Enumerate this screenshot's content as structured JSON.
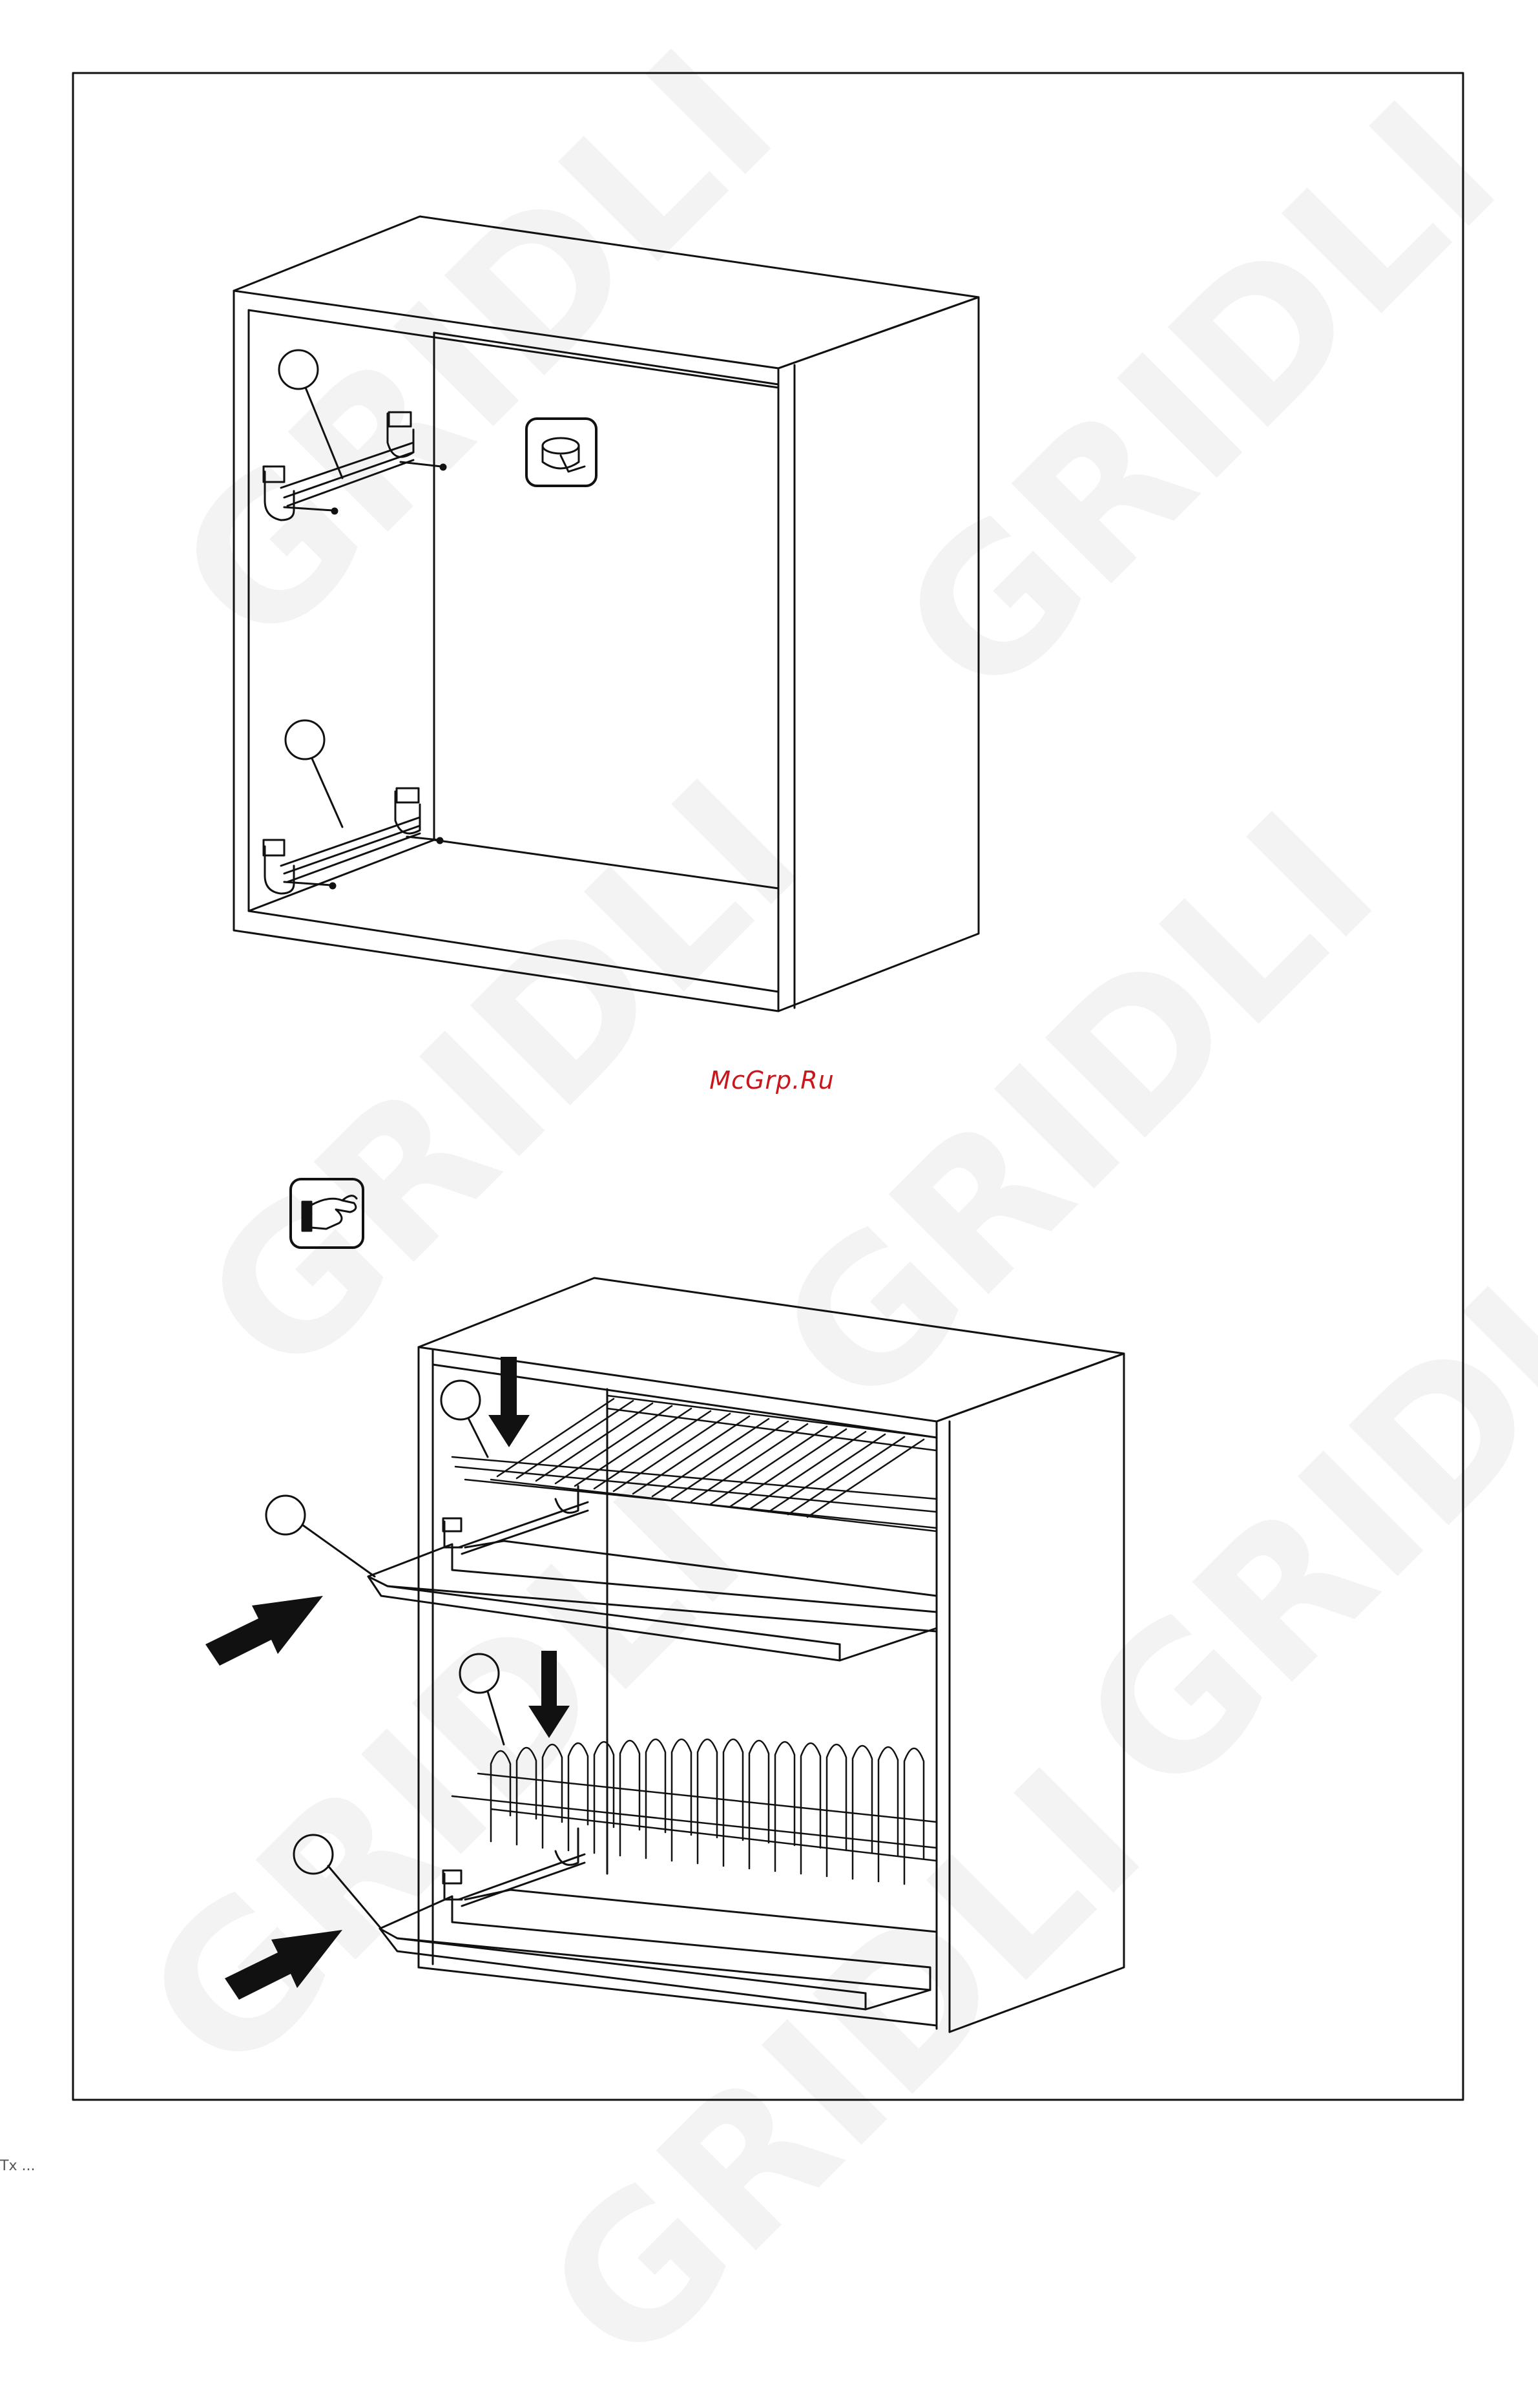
{
  "document": {
    "site_label": "McGrp.Ru",
    "watermark": "GRIDLI",
    "footer_text": "Тх ..."
  },
  "icons": {
    "tape_icon": "tape-measure-icon",
    "hand_icon": "hand-press-icon",
    "push_arrow": "arrow-icon"
  },
  "colors": {
    "line": "#111111",
    "label": "#c8161d",
    "frame": "#222222"
  }
}
